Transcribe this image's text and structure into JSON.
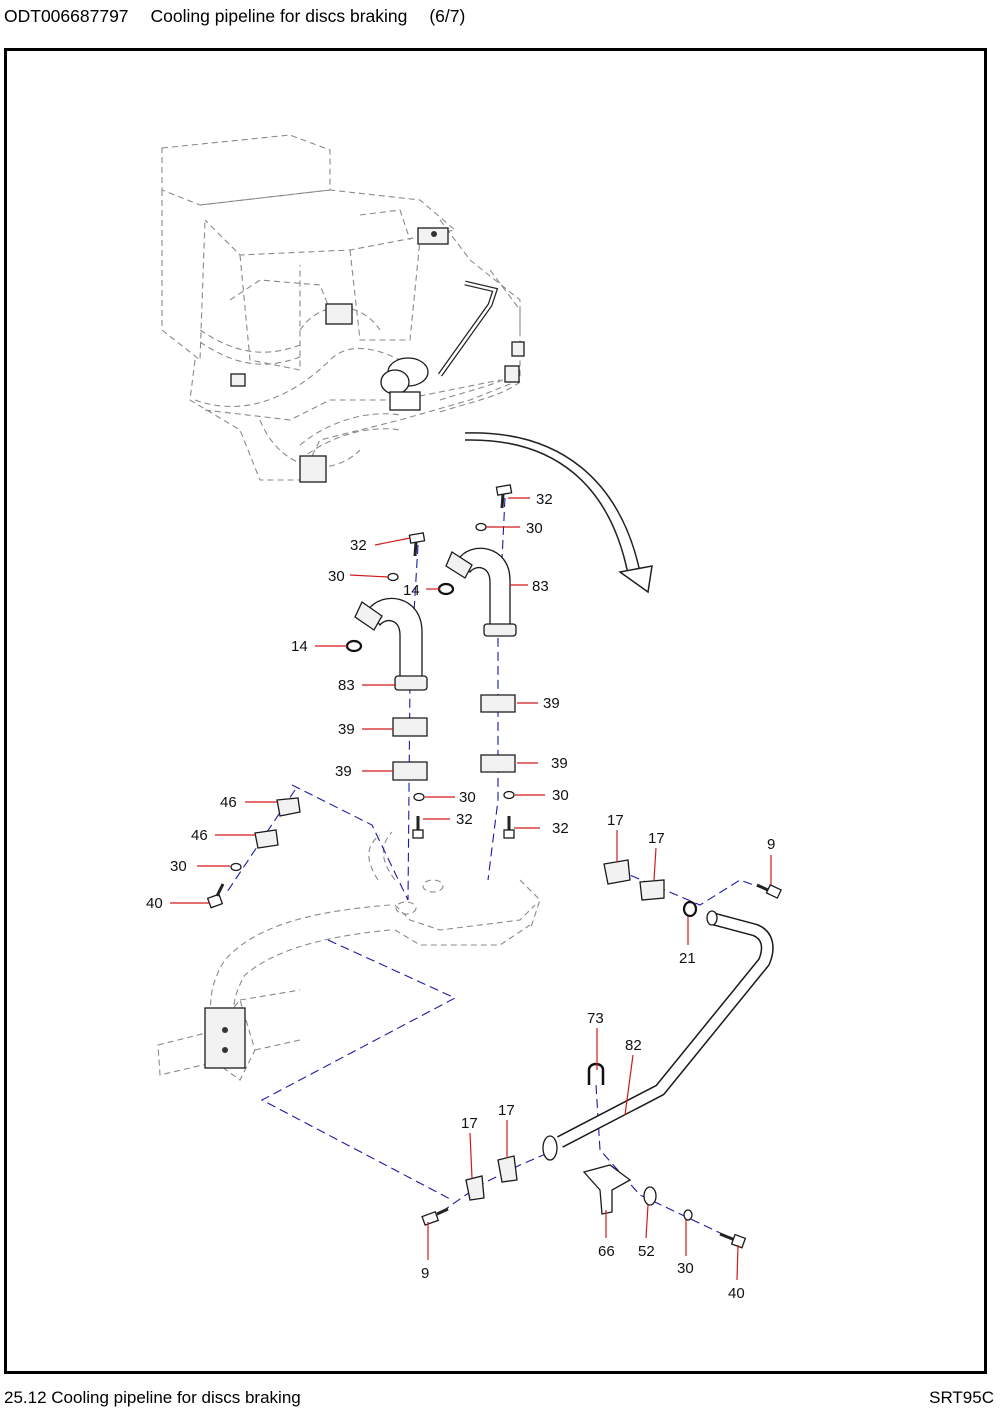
{
  "header": {
    "code": "ODT006687797",
    "title": "Cooling pipeline for discs braking",
    "page": "(6/7)"
  },
  "footer": {
    "left": "25.12 Cooling pipeline for discs braking",
    "right": "SRT95C"
  },
  "callouts": {
    "c32_top": "32",
    "c30_top": "30",
    "c83_right": "83",
    "c14_right": "14",
    "c32_left": "32",
    "c30_left": "30",
    "c14_left": "14",
    "c83_left": "83",
    "c39_right_a": "39",
    "c39_right_b": "39",
    "c39_left_a": "39",
    "c39_left_b": "39",
    "c30_mid_left": "30",
    "c32_mid_left": "32",
    "c30_mid_right": "30",
    "c32_mid_right": "32",
    "c46_a": "46",
    "c46_b": "46",
    "c30_side": "30",
    "c40_side": "40",
    "c17_a": "17",
    "c17_b": "17",
    "c9_top": "9",
    "c21": "21",
    "c73": "73",
    "c82": "82",
    "c17_c": "17",
    "c17_d": "17",
    "c9_bottom": "9",
    "c66": "66",
    "c52": "52",
    "c30_bottom": "30",
    "c40_bottom": "40"
  }
}
